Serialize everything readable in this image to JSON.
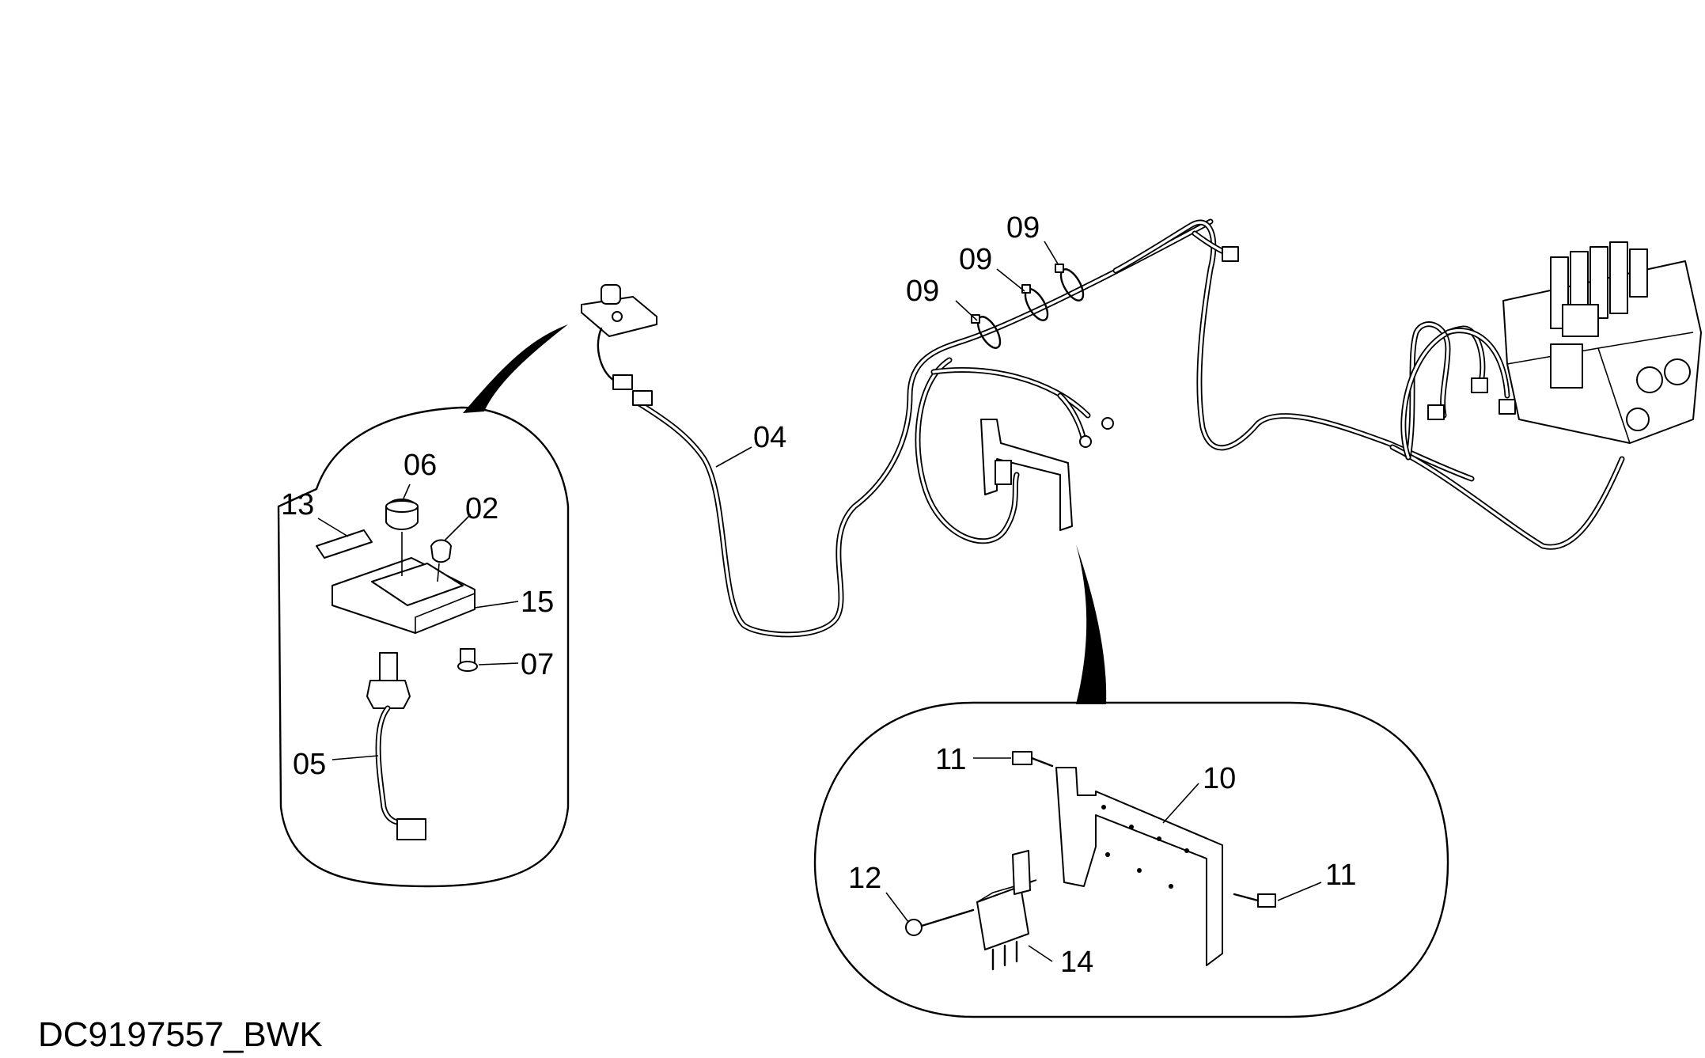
{
  "drawing_id": "DC9197557_BWK",
  "callouts": {
    "harness": "04",
    "sensor_harness": "05",
    "knob": "06",
    "plug": "02",
    "decal": "13",
    "switch_box": "15",
    "screw": "07",
    "tie_1": "09",
    "tie_2": "09",
    "tie_3": "09",
    "bracket": "10",
    "bolt_top": "11",
    "bolt_right": "11",
    "screw_left": "12",
    "relay": "14"
  }
}
